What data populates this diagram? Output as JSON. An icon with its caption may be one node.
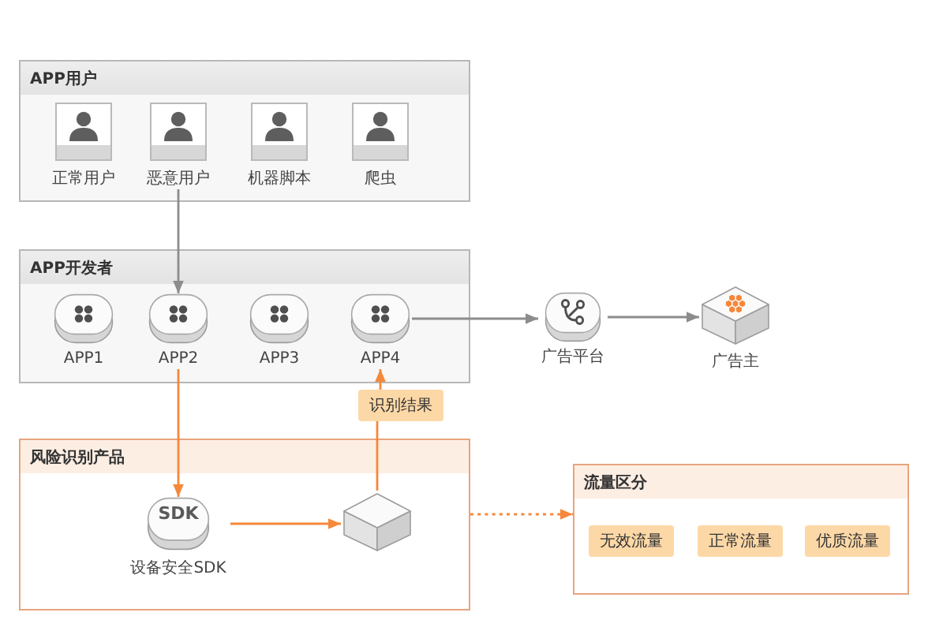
{
  "diagram": {
    "nodes": [
      {
        "text": [
          "APP用户"
        ]
      },
      {
        "text": [
          "正常用户"
        ],
        "in": 0
      },
      {
        "text": [
          "恶意用户"
        ],
        "in": 0
      },
      {
        "text": [
          "机器脚本"
        ],
        "in": 0
      },
      {
        "text": [
          "爬虫"
        ],
        "in": 0
      },
      {
        "text": [
          "APP开发者"
        ]
      },
      {
        "text": [
          "APP1"
        ],
        "in": 5
      },
      {
        "text": [
          "APP2"
        ],
        "in": 5
      },
      {
        "text": [
          "APP3"
        ],
        "in": 5
      },
      {
        "text": [
          "APP4"
        ],
        "in": 5
      },
      {
        "text": [
          "广告平台"
        ]
      },
      {
        "text": [
          "广告主"
        ]
      },
      {
        "text": [
          "识别结果"
        ]
      },
      {
        "text": [
          "风险识别产品"
        ]
      },
      {
        "text": [
          "SDK",
          "设备安全SDK"
        ],
        "in": 13
      },
      {
        "text": [],
        "shape": "cube",
        "in": 13
      },
      {
        "text": [
          "流量区分"
        ]
      },
      {
        "text": [
          "无效流量"
        ],
        "in": 16
      },
      {
        "text": [
          "正常流量"
        ],
        "in": 16
      },
      {
        "text": [
          "优质流量"
        ],
        "in": 16
      }
    ],
    "edges": [
      {
        "from": 2,
        "to": 7,
        "arrow": "to",
        "color": "#8c8c8c"
      },
      {
        "from": 9,
        "to": 10,
        "arrow": "to",
        "color": "#8c8c8c"
      },
      {
        "from": 10,
        "to": 11,
        "arrow": "to",
        "color": "#8c8c8c"
      },
      {
        "from": 7,
        "to": 14,
        "arrow": "to"
      },
      {
        "from": 14,
        "to": 15,
        "arrow": "to"
      },
      {
        "from": 15,
        "to": 12,
        "arrow": "none"
      },
      {
        "from": 12,
        "to": 9,
        "arrow": "to"
      },
      {
        "from": 13,
        "to": 16,
        "arrow": "to",
        "style": "dashed"
      }
    ]
  }
}
